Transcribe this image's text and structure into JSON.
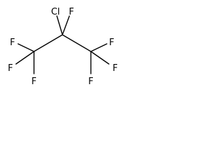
{
  "molecule": {
    "atoms": {
      "cl": "Cl",
      "f_top": "F",
      "f_left_top": "F",
      "f_left_side": "F",
      "f_left_bottom": "F",
      "f_right_top": "F",
      "f_right_side": "F",
      "f_right_bottom": "F"
    },
    "colors": {
      "bond": "#000000",
      "label": "#000000",
      "background": "#ffffff"
    }
  }
}
